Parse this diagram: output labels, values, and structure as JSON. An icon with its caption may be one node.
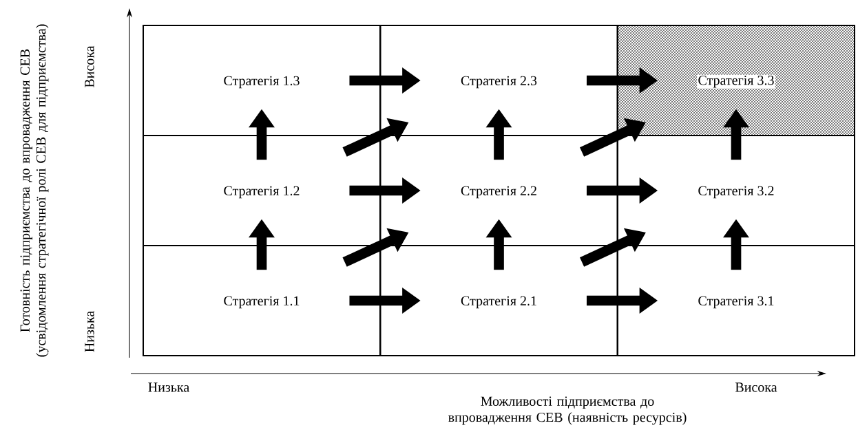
{
  "diagram": {
    "nodes": [
      {
        "text": [
          "Стратегія 1.3"
        ]
      },
      {
        "text": [
          "Стратегія 2.3"
        ]
      },
      {
        "text": [
          "Стратегія 3.3"
        ]
      },
      {
        "text": [
          "Стратегія 1.2"
        ]
      },
      {
        "text": [
          "Стратегія 2.2"
        ]
      },
      {
        "text": [
          "Стратегія 3.2"
        ]
      },
      {
        "text": [
          "Стратегія 1.1"
        ]
      },
      {
        "text": [
          "Стратегія 2.1"
        ]
      },
      {
        "text": [
          "Стратегія 3.1"
        ]
      }
    ],
    "edges": [
      {
        "from": 0,
        "to": 1,
        "arrow": "to"
      },
      {
        "from": 3,
        "to": 1,
        "arrow": "to"
      },
      {
        "from": 1,
        "to": 2,
        "arrow": "to"
      },
      {
        "from": 4,
        "to": 2,
        "arrow": "to"
      },
      {
        "from": 3,
        "to": 0,
        "arrow": "to"
      },
      {
        "from": 4,
        "to": 1,
        "arrow": "to"
      },
      {
        "from": 5,
        "to": 2,
        "arrow": "to"
      },
      {
        "from": 3,
        "to": 4,
        "arrow": "to"
      },
      {
        "from": 4,
        "to": 5,
        "arrow": "to"
      },
      {
        "from": 6,
        "to": 3,
        "arrow": "to"
      },
      {
        "from": 6,
        "to": 4,
        "arrow": "to"
      },
      {
        "from": 7,
        "to": 4,
        "arrow": "to"
      },
      {
        "from": 7,
        "to": 5,
        "arrow": "to"
      },
      {
        "from": 8,
        "to": 5,
        "arrow": "to"
      },
      {
        "from": 6,
        "to": 7,
        "arrow": "to"
      },
      {
        "from": 7,
        "to": 8,
        "arrow": "to"
      }
    ],
    "labels": [
      "Готовність підприємства до впровадження СЕВ (усвідомлення стратегічної ролі СЕВ для підприємства)",
      "Висока",
      "Низька",
      "Низька",
      "Висока",
      "Можливості підприємства до впровадження СЕВ (наявність ресурсів)"
    ]
  }
}
